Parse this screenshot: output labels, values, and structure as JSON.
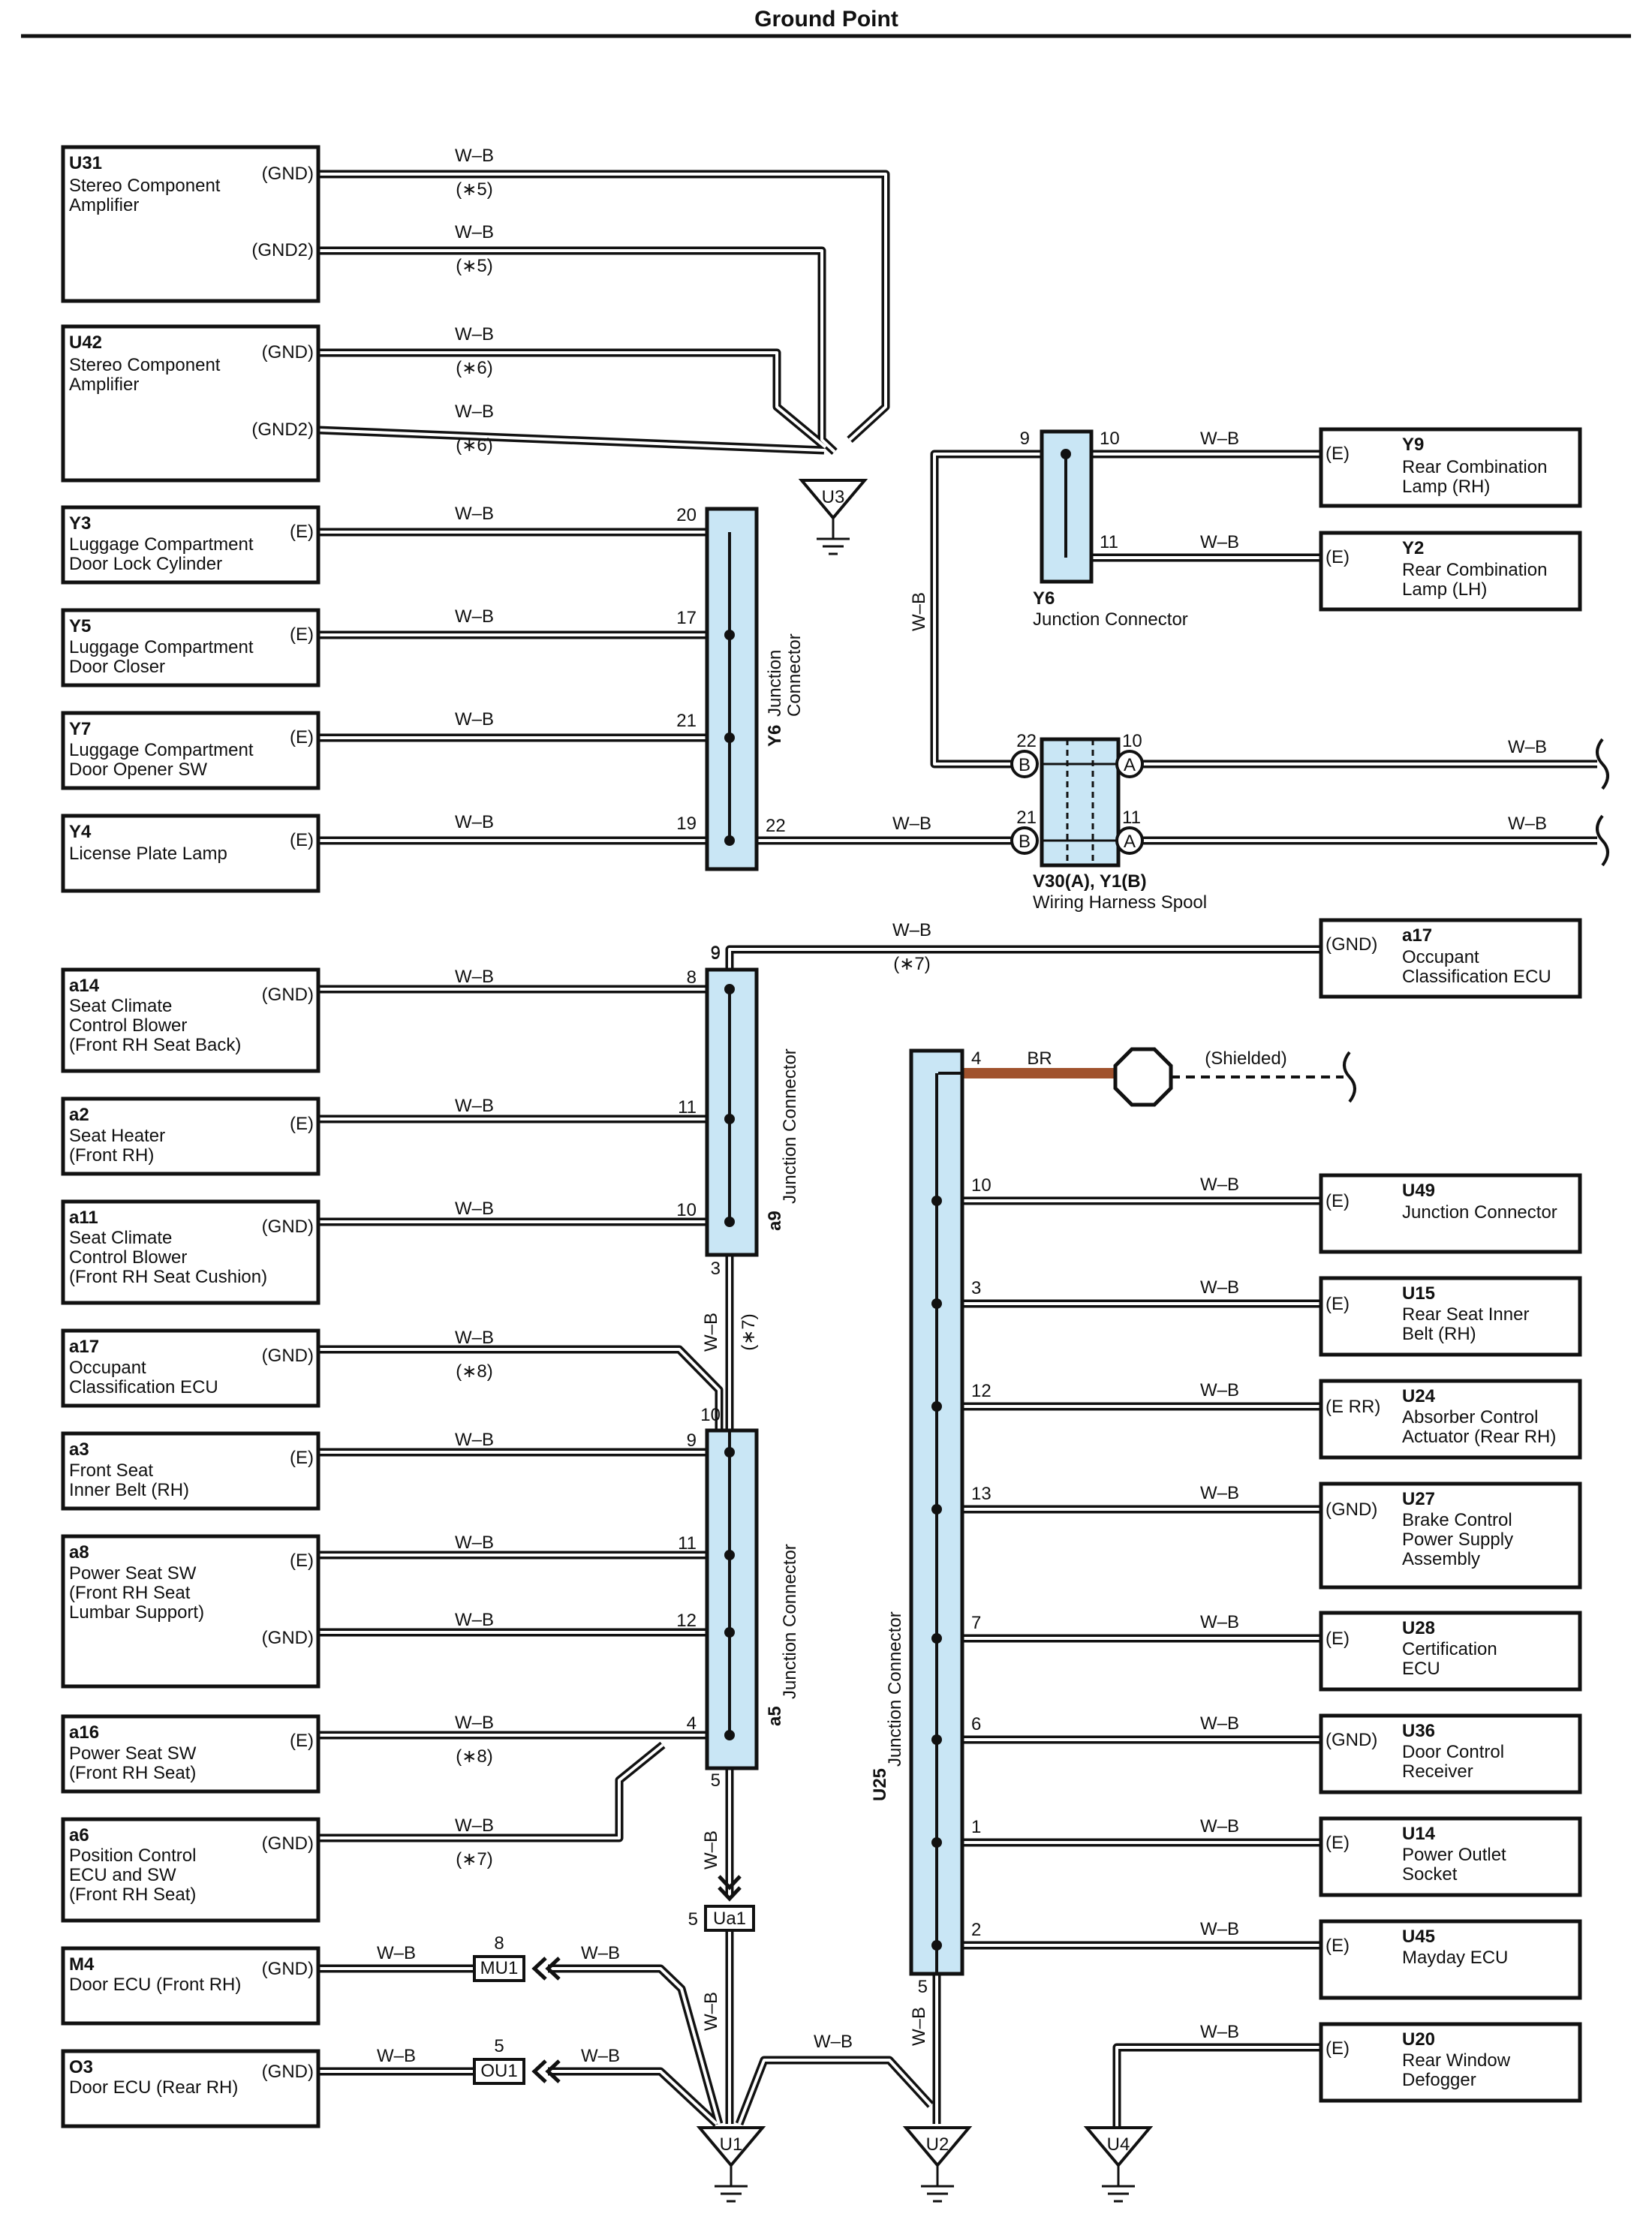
{
  "title": "Ground Point",
  "colors": {
    "wire": "#1a1a1a",
    "jc_fill": "#c9e6f5",
    "br_wire": "#a0522d"
  },
  "left_components": [
    {
      "id": "U31",
      "name": [
        "Stereo Component",
        "Amplifier"
      ],
      "pins": [
        {
          "label": "(GND)",
          "wire": "W–B",
          "note": "(∗5)"
        },
        {
          "label": "(GND2)",
          "wire": "W–B",
          "note": "(∗5)"
        }
      ]
    },
    {
      "id": "U42",
      "name": [
        "Stereo Component",
        "Amplifier"
      ],
      "pins": [
        {
          "label": "(GND)",
          "wire": "W–B",
          "note": "(∗6)"
        },
        {
          "label": "(GND2)",
          "wire": "W–B",
          "note": "(∗6)"
        }
      ]
    },
    {
      "id": "Y3",
      "name": [
        "Luggage Compartment",
        "Door Lock Cylinder"
      ],
      "pins": [
        {
          "label": "(E)",
          "wire": "W–B",
          "num": "20"
        }
      ]
    },
    {
      "id": "Y5",
      "name": [
        "Luggage Compartment",
        "Door Closer"
      ],
      "pins": [
        {
          "label": "(E)",
          "wire": "W–B",
          "num": "17"
        }
      ]
    },
    {
      "id": "Y7",
      "name": [
        "Luggage Compartment",
        "Door Opener SW"
      ],
      "pins": [
        {
          "label": "(E)",
          "wire": "W–B",
          "num": "21"
        }
      ]
    },
    {
      "id": "Y4",
      "name": [
        "License Plate Lamp"
      ],
      "pins": [
        {
          "label": "(E)",
          "wire": "W–B",
          "num": "19"
        }
      ]
    },
    {
      "id": "a14",
      "name": [
        "Seat Climate",
        "Control Blower",
        "(Front RH Seat Back)"
      ],
      "pins": [
        {
          "label": "(GND)",
          "wire": "W–B",
          "num": "8"
        }
      ]
    },
    {
      "id": "a2",
      "name": [
        "Seat Heater",
        "(Front RH)"
      ],
      "pins": [
        {
          "label": "(E)",
          "wire": "W–B",
          "num": "11"
        }
      ]
    },
    {
      "id": "a11",
      "name": [
        "Seat Climate",
        "Control Blower",
        "(Front RH Seat Cushion)"
      ],
      "pins": [
        {
          "label": "(GND)",
          "wire": "W–B",
          "num": "10"
        }
      ]
    },
    {
      "id": "a17",
      "name": [
        "Occupant",
        "Classification ECU"
      ],
      "pins": [
        {
          "label": "(GND)",
          "wire": "W–B",
          "note": "(∗8)"
        }
      ]
    },
    {
      "id": "a3",
      "name": [
        "Front Seat",
        "Inner Belt (RH)"
      ],
      "pins": [
        {
          "label": "(E)",
          "wire": "W–B",
          "num": "9"
        }
      ]
    },
    {
      "id": "a8",
      "name": [
        "Power Seat SW",
        "(Front RH Seat",
        " Lumbar Support)"
      ],
      "pins": [
        {
          "label": "(E)",
          "wire": "W–B",
          "num": "11"
        },
        {
          "label": "(GND)",
          "wire": "W–B",
          "num": "12"
        }
      ]
    },
    {
      "id": "a16",
      "name": [
        "Power Seat SW",
        "(Front RH Seat)"
      ],
      "pins": [
        {
          "label": "(E)",
          "wire": "W–B",
          "num": "4",
          "note": "(∗8)"
        }
      ]
    },
    {
      "id": "a6",
      "name": [
        "Position Control",
        "ECU and SW",
        "(Front RH Seat)"
      ],
      "pins": [
        {
          "label": "(GND)",
          "wire": "W–B",
          "note": "(∗7)"
        }
      ]
    },
    {
      "id": "M4",
      "name": [
        "Door ECU (Front RH)"
      ],
      "pins": [
        {
          "label": "(GND)",
          "wire": "W–B",
          "wire2": "W–B",
          "conn": "MU1",
          "connpin": "8"
        }
      ]
    },
    {
      "id": "O3",
      "name": [
        "Door ECU (Rear RH)"
      ],
      "pins": [
        {
          "label": "(GND)",
          "wire": "W–B",
          "wire2": "W–B",
          "conn": "OU1",
          "connpin": "5"
        }
      ]
    }
  ],
  "right_components": [
    {
      "id": "Y9",
      "name": [
        "Rear Combination",
        "Lamp (RH)"
      ],
      "pin": "(E)",
      "wire": "W–B",
      "num": "10"
    },
    {
      "id": "Y2",
      "name": [
        "Rear Combination",
        "Lamp (LH)"
      ],
      "pin": "(E)",
      "wire": "W–B",
      "num": "11"
    },
    {
      "id": "a17",
      "name": [
        "Occupant",
        "Classification ECU"
      ],
      "pin": "(GND)",
      "wire": "W–B",
      "num": "9",
      "note": "(∗7)"
    },
    {
      "id": "U49",
      "name": [
        "Junction Connector"
      ],
      "pin": "(E)",
      "wire": "W–B",
      "num": "10"
    },
    {
      "id": "U15",
      "name": [
        "Rear Seat Inner",
        "Belt (RH)"
      ],
      "pin": "(E)",
      "wire": "W–B",
      "num": "3"
    },
    {
      "id": "U24",
      "name": [
        "Absorber Control",
        "Actuator (Rear RH)"
      ],
      "pin": "(E RR)",
      "wire": "W–B",
      "num": "12"
    },
    {
      "id": "U27",
      "name": [
        "Brake Control",
        "Power Supply",
        "Assembly"
      ],
      "pin": "(GND)",
      "wire": "W–B",
      "num": "13"
    },
    {
      "id": "U28",
      "name": [
        "Certification",
        "ECU"
      ],
      "pin": "(E)",
      "wire": "W–B",
      "num": "7"
    },
    {
      "id": "U36",
      "name": [
        "Door Control",
        "Receiver"
      ],
      "pin": "(GND)",
      "wire": "W–B",
      "num": "6"
    },
    {
      "id": "U14",
      "name": [
        "Power Outlet",
        "Socket"
      ],
      "pin": "(E)",
      "wire": "W–B",
      "num": "1"
    },
    {
      "id": "U45",
      "name": [
        "Mayday ECU"
      ],
      "pin": "(E)",
      "wire": "W–B",
      "num": "2"
    },
    {
      "id": "U20",
      "name": [
        "Rear Window",
        "Defogger"
      ],
      "pin": "(E)",
      "wire": "W–B"
    }
  ],
  "junction_connectors": {
    "Y6_left": {
      "id": "Y6",
      "label": [
        "Junction",
        "Connector"
      ],
      "out_pin": "22",
      "out_wire": "W–B"
    },
    "Y6_top": {
      "id": "Y6",
      "label": "Junction Connector",
      "in_pin": "9",
      "vert_wire": "W–B"
    },
    "a9": {
      "id": "a9",
      "label": "Junction Connector",
      "bottom_pin": "3",
      "top_pin": "9",
      "vert_wire": "W–B",
      "vert_note": "(∗7)"
    },
    "a5": {
      "id": "a5",
      "label": "Junction Connector",
      "top_pin": "10",
      "bottom_pin": "5",
      "vert_wire": "W–B"
    },
    "U25": {
      "id": "U25",
      "label": "Junction Connector",
      "bottom_pin": "5",
      "vert_wire": "W–B",
      "br_pin": "4",
      "br_wire": "BR",
      "shield": "(Shielded)"
    }
  },
  "spool": {
    "id": "V30(A), Y1(B)",
    "name": "Wiring Harness Spool",
    "left_top": "22",
    "left_bottom": "21",
    "right_top": "10",
    "right_bottom": "11",
    "b": "B",
    "a": "A",
    "wire_top": "W–B",
    "wire_bottom": "W–B"
  },
  "ua1": {
    "id": "Ua1",
    "pin": "5",
    "wire_below": "W–B",
    "wire_branch": "W–B"
  },
  "grounds": [
    "U3",
    "U1",
    "U2",
    "U4"
  ]
}
